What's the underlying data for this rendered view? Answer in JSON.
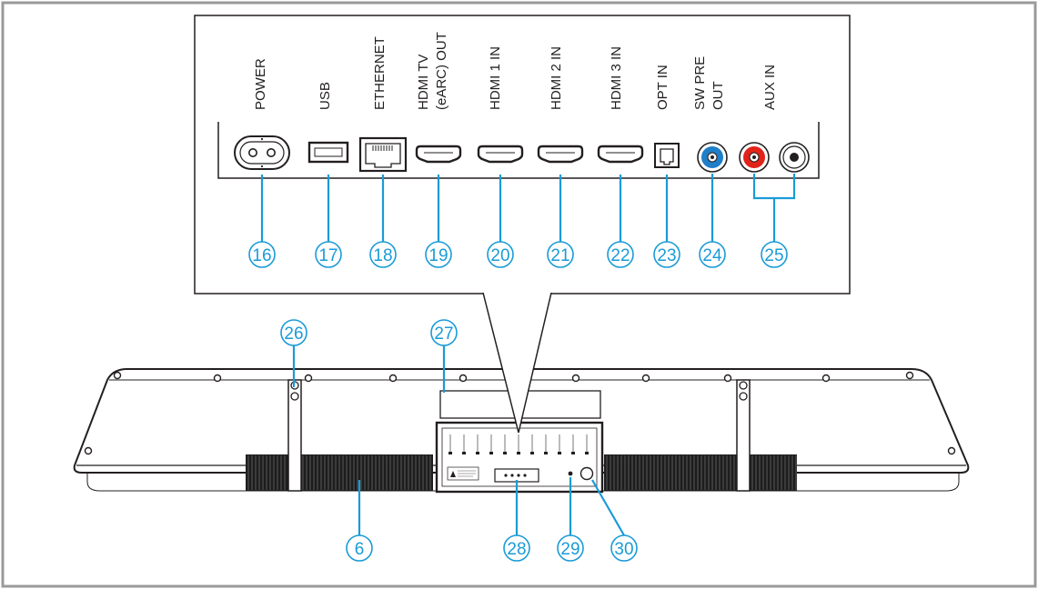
{
  "colors": {
    "outer_border": "#9a9a9a",
    "callout": "#1a9bd7",
    "ink": "#231f20",
    "port_blue": "#1f7ec8",
    "port_red": "#e2231a"
  },
  "port_labels": [
    [
      "POWER"
    ],
    [
      "USB"
    ],
    [
      "ETHERNET"
    ],
    [
      "HDMI TV",
      "(eARC) OUT"
    ],
    [
      "HDMI 1 IN"
    ],
    [
      "HDMI 2 IN"
    ],
    [
      "HDMI 3 IN"
    ],
    [
      "OPT IN"
    ],
    [
      "SW PRE",
      "OUT"
    ],
    [
      "AUX IN"
    ]
  ],
  "port_callouts": [
    "16",
    "17",
    "18",
    "19",
    "20",
    "21",
    "22",
    "23",
    "24",
    "25"
  ],
  "bar_callouts": {
    "speaker_grille": "6",
    "wall_bracket": "26",
    "label_plate": "27",
    "usb_service": "28",
    "led": "29",
    "button": "30"
  }
}
